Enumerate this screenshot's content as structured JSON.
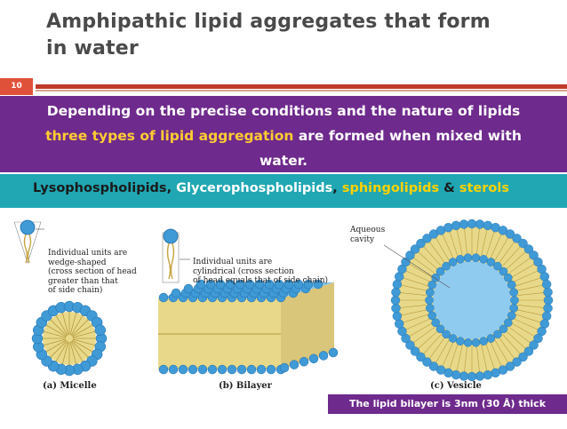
{
  "slide": {
    "title_line1": "Amphipathic lipid aggregates that form",
    "title_line2": "in water",
    "number": "10"
  },
  "intro": {
    "line1": "Depending on the precise conditions and the nature of lipids",
    "line2_highlight": "three types of lipid aggregation",
    "line2_rest": " are formed when mixed with",
    "line3": "water."
  },
  "lipids": {
    "item1": "Lysophospholipids",
    "sep1": ", ",
    "item2": "Glycerophospholipids",
    "sep2": ", ",
    "item3": "sphingolipids",
    "sep3": " & ",
    "item4": "sterols"
  },
  "figure": {
    "micelle_caption": [
      "Individual units are",
      "wedge-shaped",
      "(cross section of head",
      "greater than that",
      "of side chain)"
    ],
    "bilayer_caption": [
      "Individual units are",
      "cylindrical (cross section",
      "of head equals that of side chain)"
    ],
    "vesicle_caption": [
      "Aqueous",
      "cavity"
    ],
    "label_a": "(a) Micelle",
    "label_b": "(b) Bilayer",
    "label_c": "(c) Vesicle"
  },
  "note": "The lipid bilayer is 3nm (30 Å) thick",
  "colors": {
    "header_band": "#6e2a8c",
    "list_band": "#20a7b3",
    "highlight": "#ffcc33",
    "rule": "#c03b2a",
    "head_blue": "#3f9ad6",
    "tail_tan": "#e8d98a"
  }
}
